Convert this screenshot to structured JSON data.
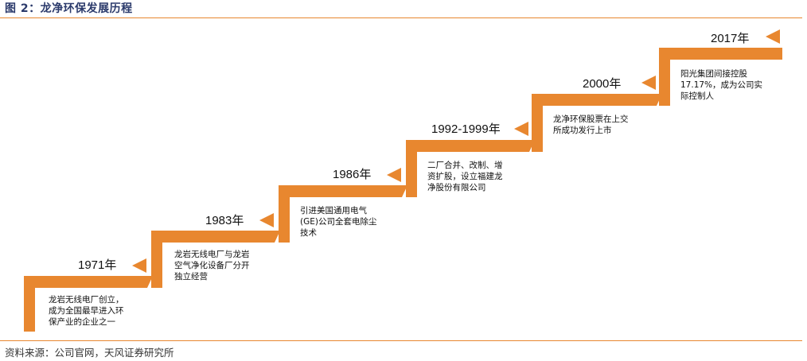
{
  "title": "图 2：龙净环保发展历程",
  "source": "资料来源：公司官网，天风证券研究所",
  "colors": {
    "accent": "#e8872f",
    "title": "#2b3a6b"
  },
  "milestones": [
    {
      "year": "1971年",
      "lines": [
        "龙岩无线电厂创立，",
        "成为全国最早进入环",
        "保产业的企业之一"
      ]
    },
    {
      "year": "1983年",
      "lines": [
        "龙岩无线电厂与龙岩",
        "空气净化设备厂分开",
        "独立经营"
      ]
    },
    {
      "year": "1986年",
      "lines": [
        "引进美国通用电气",
        "(GE)公司全套电除尘",
        "技术"
      ]
    },
    {
      "year": "1992-1999年",
      "lines": [
        "二厂合并、改制、增",
        "资扩股，设立福建龙",
        "净股份有限公司"
      ]
    },
    {
      "year": "2000年",
      "lines": [
        "龙净环保股票在上交",
        "所成功发行上市"
      ]
    },
    {
      "year": "2017年",
      "lines": [
        "阳光集团间接控股",
        "17.17%，成为公司实",
        "际控制人"
      ]
    }
  ]
}
